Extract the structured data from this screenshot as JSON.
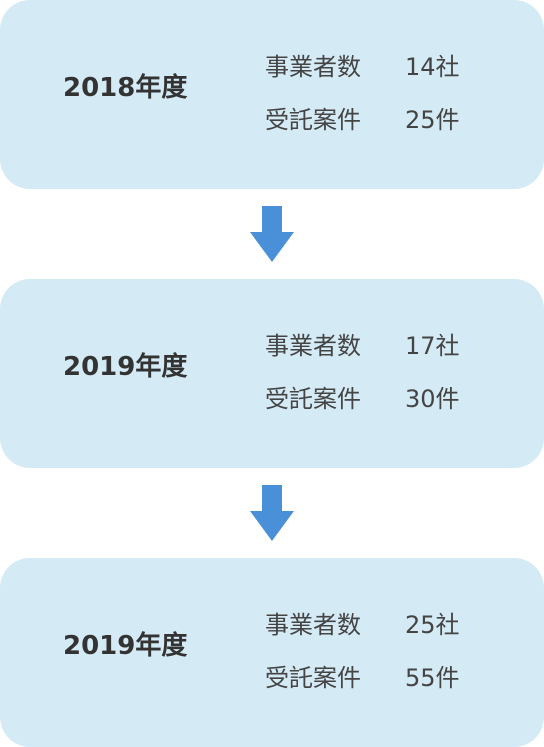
{
  "cards": [
    {
      "year": "2018年度",
      "rows": [
        {
          "label": "事業者数",
          "value": "14社"
        },
        {
          "label": "受託案件",
          "value": "25件"
        }
      ]
    },
    {
      "year": "2019年度",
      "rows": [
        {
          "label": "事業者数",
          "value": "17社"
        },
        {
          "label": "受託案件",
          "value": "30件"
        }
      ]
    },
    {
      "year": "2019年度",
      "rows": [
        {
          "label": "事業者数",
          "value": "25社"
        },
        {
          "label": "受託案件",
          "value": "55件"
        }
      ]
    }
  ],
  "colors": {
    "card_background": "#d4eaf5",
    "arrow": "#4a90d9",
    "text": "#333333"
  },
  "icons": {
    "arrow": "arrow-down-icon"
  }
}
